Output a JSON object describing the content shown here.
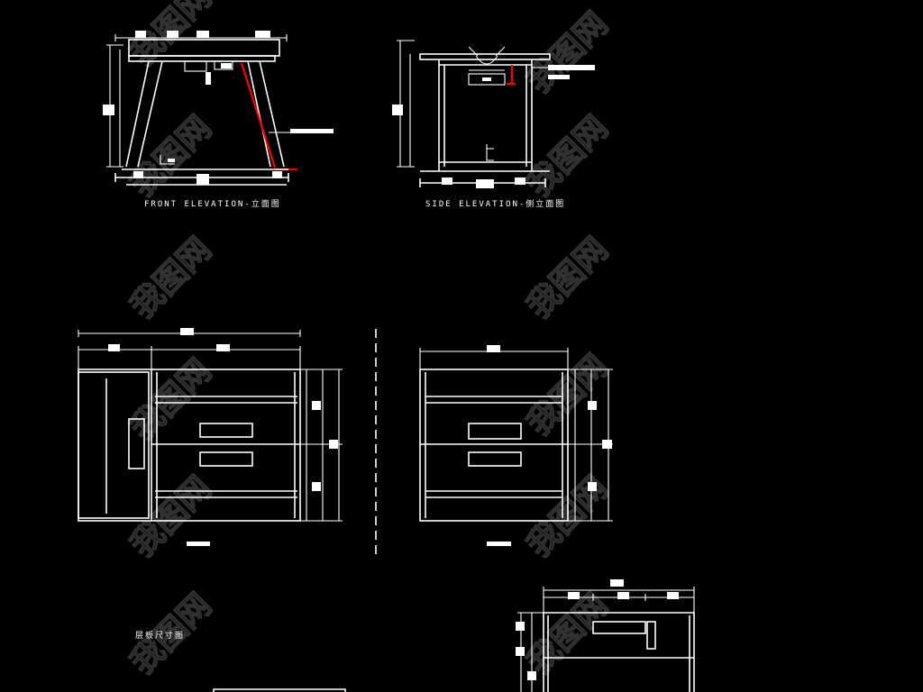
{
  "drawing": {
    "front_elevation": {
      "label": "FRONT ELEVATION-立面图"
    },
    "side_elevation": {
      "label": "SIDE ELEVATION-侧立面图"
    },
    "shelf_dimensions": {
      "label": "层板尺寸图"
    }
  },
  "watermark": {
    "text": "我图网"
  },
  "colors": {
    "background": "#000000",
    "line": "#ffffff",
    "accent": "#ff0000",
    "watermark": "#5a5a5a"
  }
}
